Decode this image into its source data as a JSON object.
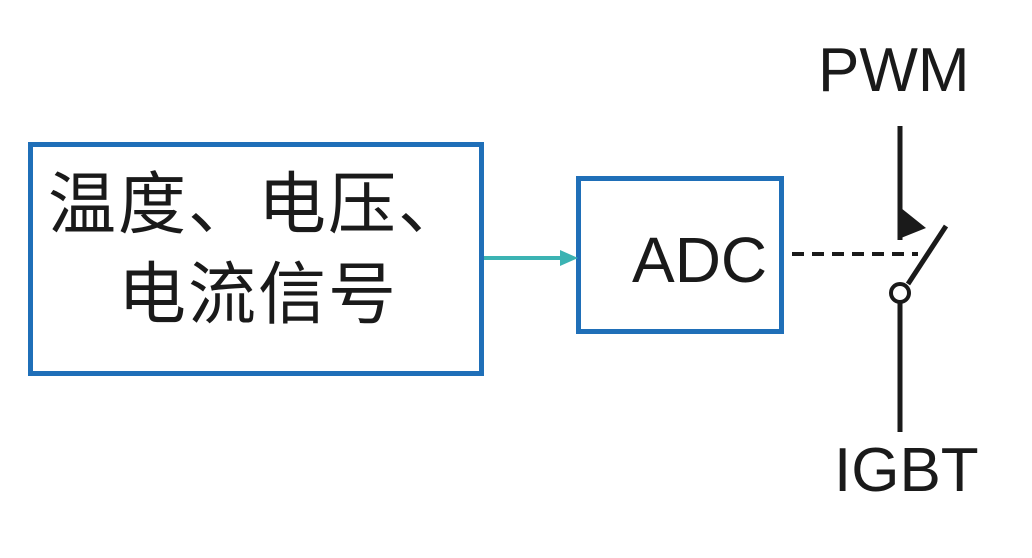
{
  "input_block": {
    "line1": "温度、电压、",
    "line2": "电流信号"
  },
  "adc_block": {
    "label": "ADC"
  },
  "switch": {
    "top_label": "PWM",
    "bottom_label": "IGBT"
  },
  "colors": {
    "box_border": "#1f6fb8",
    "arrow": "#3bb3b3",
    "wire": "#1a1a1a"
  }
}
